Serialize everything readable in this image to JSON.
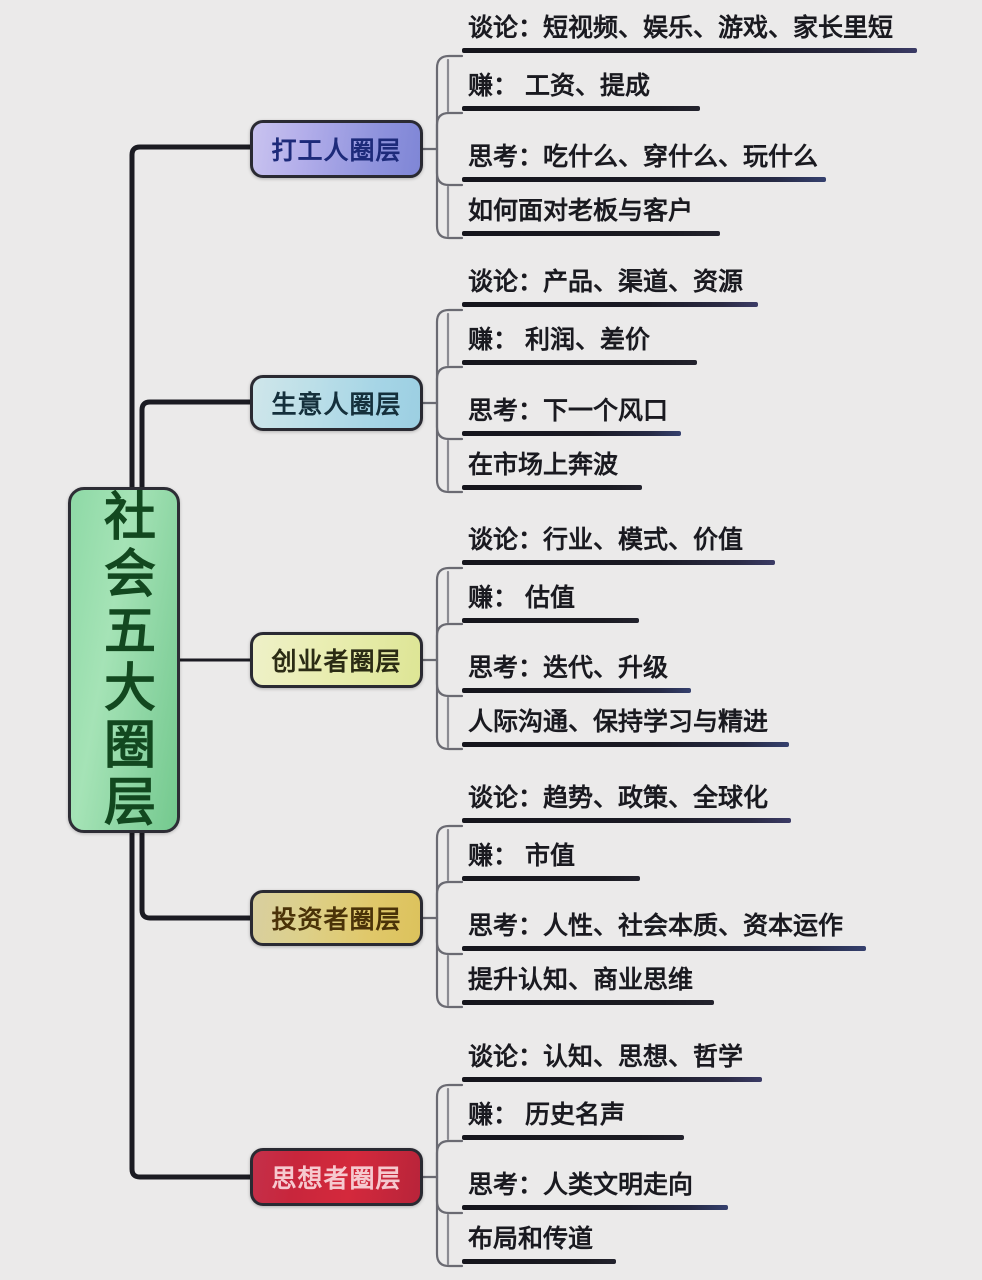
{
  "diagram": {
    "title": "社会五大圈层",
    "background_color": "#ebeaea",
    "root": {
      "label": "社会五大圈层",
      "text_color": "#12481f",
      "fill_color": "#8ed9a6"
    },
    "branches": [
      {
        "id": "worker",
        "label": "打工人圈层",
        "accent_color": "#8f93dd",
        "text_color": "#1d2a7a",
        "leaves": [
          "谈论：短视频、娱乐、游戏、家长里短",
          "赚：   工资、提成",
          "思考：吃什么、穿什么、玩什么",
          "如何面对老板与客户"
        ]
      },
      {
        "id": "business",
        "label": "生意人圈层",
        "accent_color": "#a6d5e6",
        "text_color": "#15303c",
        "leaves": [
          "谈论：产品、渠道、资源",
          "赚：   利润、差价",
          "思考：下一个风口",
          "在市场上奔波"
        ]
      },
      {
        "id": "founder",
        "label": "创业者圈层",
        "accent_color": "#e3e9a2",
        "text_color": "#2b2b14",
        "leaves": [
          "谈论：行业、模式、价值",
          "赚：   估值",
          "思考：迭代、升级",
          "人际沟通、保持学习与精进"
        ]
      },
      {
        "id": "investor",
        "label": "投资者圈层",
        "accent_color": "#e0c86a",
        "text_color": "#4a3208",
        "leaves": [
          "谈论：趋势、政策、全球化",
          "赚：   市值",
          "思考：人性、社会本质、资本运作",
          "提升认知、商业思维"
        ]
      },
      {
        "id": "thinker",
        "label": "思想者圈层",
        "accent_color": "#d4293c",
        "text_color": "#f6c9cf",
        "leaves": [
          "谈论：认知、思想、哲学",
          "赚：   历史名声",
          "思考：人类文明走向",
          "布局和传道"
        ]
      }
    ]
  }
}
